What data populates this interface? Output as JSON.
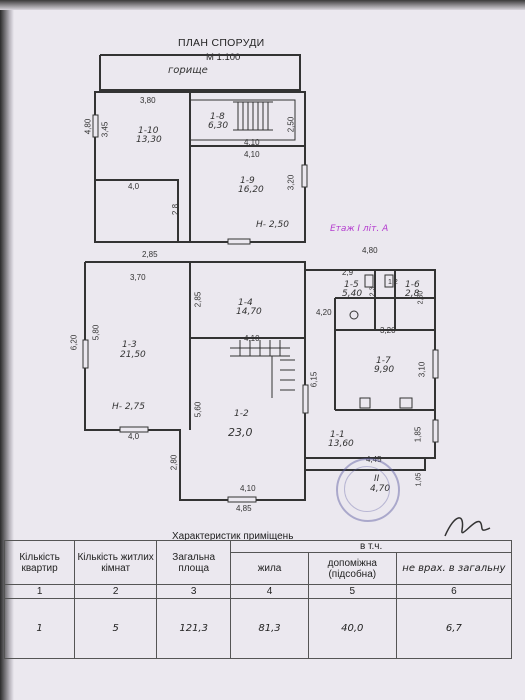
{
  "document": {
    "title": "ПЛАН СПОРУДИ",
    "scale": "М 1:100",
    "attic_label": "горище"
  },
  "rooms": {
    "r1_10": {
      "label": "1-10",
      "area": "13,30"
    },
    "r1_8": {
      "label": "1-8",
      "area": "6,30"
    },
    "r1_9": {
      "label": "1-9",
      "area": "16,20"
    },
    "r1_3": {
      "label": "1-3",
      "area": "21,50"
    },
    "r1_4": {
      "label": "1-4",
      "area": "14,70"
    },
    "r1_5": {
      "label": "1-5",
      "area": "5,40"
    },
    "r1_6": {
      "label": "1-6",
      "area": "2,8"
    },
    "r1_7": {
      "label": "1-7",
      "area": "9,90"
    },
    "r1_2": {
      "label": "1-2",
      "area": "23,0"
    },
    "r1_1": {
      "label": "1-1",
      "area": "13,60"
    },
    "rII": {
      "label": "II",
      "area": "4,70"
    }
  },
  "dimensions": {
    "d380": "3,80",
    "d480": "4,80",
    "d345": "3,45",
    "d410a": "4,10",
    "d250": "2,50",
    "d40": "4,0",
    "d28": "2,8",
    "d320a": "3,20",
    "d410b": "4,10",
    "h250": "Н- 2,50",
    "d480b": "4,80",
    "d285a": "2,85",
    "d370": "3,70",
    "d620": "6,20",
    "d580": "5,80",
    "d285b": "2,85",
    "d420": "4,20",
    "d29": "2,9",
    "d23": "2,3",
    "d12": "1,2",
    "d230": "2,30",
    "d410c": "4,10",
    "d320b": "3,20",
    "d310": "3,10",
    "d615": "6,15",
    "h275": "Н- 2,75",
    "d560": "5,60",
    "d40b": "4,0",
    "d185": "1,85",
    "d280": "2,80",
    "d445": "4,45",
    "d105": "1,05",
    "d410d": "4,10",
    "d485": "4,85"
  },
  "floor_note": "Етаж I літ. А",
  "table": {
    "caption": "Характеристик приміщень",
    "subhead": "в т.ч.",
    "headers": [
      "Кількість квартир",
      "Кількість житлих кімнат",
      "Загальна площа",
      "жила",
      "допоміжна (підсобна)",
      "не врах. в загальну"
    ],
    "numbers": [
      "1",
      "2",
      "3",
      "4",
      "5",
      "6"
    ],
    "values": [
      "1",
      "5",
      "121,3",
      "81,3",
      "40,0",
      "6,7"
    ]
  },
  "colors": {
    "paper": "#ebe8ef",
    "ink": "#333333",
    "handwriting": "#b43ccf"
  }
}
